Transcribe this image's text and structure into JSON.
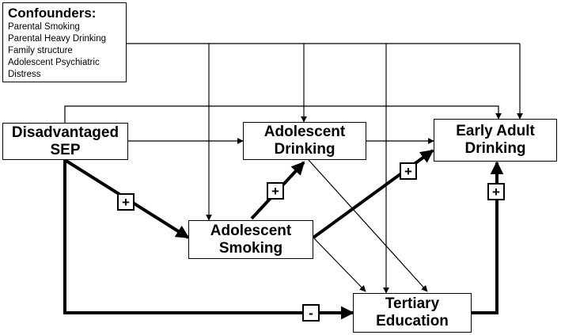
{
  "confounders": {
    "title": "Confounders:",
    "items": [
      "Parental Smoking",
      "Parental Heavy Drinking",
      "Family structure",
      "Adolescent Psychiatric",
      "Distress"
    ]
  },
  "nodes": {
    "sep": [
      "Disadvantaged",
      "SEP"
    ],
    "adolescent_drinking": [
      "Adolescent",
      "Drinking"
    ],
    "early_adult_drinking": [
      "Early Adult",
      "Drinking"
    ],
    "adolescent_smoking": [
      "Adolescent",
      "Smoking"
    ],
    "tertiary_education": [
      "Tertiary",
      "Education"
    ]
  },
  "paths": [
    {
      "from": "Disadvantaged SEP",
      "to": "Adolescent Smoking",
      "sign": "+"
    },
    {
      "from": "Adolescent Smoking",
      "to": "Adolescent Drinking",
      "sign": "+"
    },
    {
      "from": "Adolescent Smoking",
      "to": "Early Adult Drinking",
      "sign": "+"
    },
    {
      "from": "Tertiary Education",
      "to": "Early Adult Drinking",
      "sign": "+"
    },
    {
      "from": "Disadvantaged SEP",
      "to": "Tertiary Education",
      "sign": "-"
    }
  ]
}
